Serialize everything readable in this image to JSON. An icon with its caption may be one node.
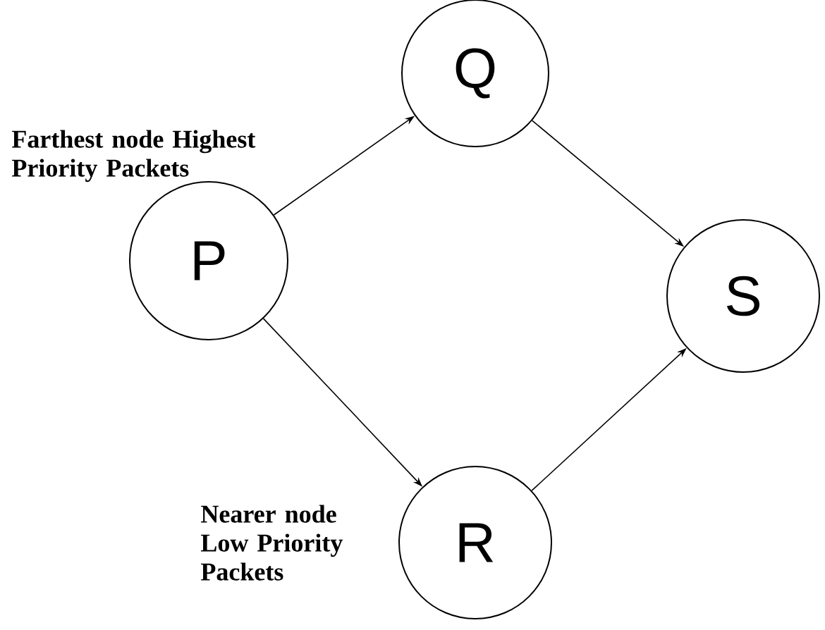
{
  "diagram": {
    "nodes": [
      {
        "text": [
          "P"
        ],
        "beside": [
          "Farthest node Highest Priority Packets"
        ]
      },
      {
        "text": [
          "Q"
        ]
      },
      {
        "text": [
          "R"
        ],
        "beside": [
          "Nearer node Low Priority Packets"
        ]
      },
      {
        "text": [
          "S"
        ]
      }
    ],
    "edges": [
      {
        "from": 0,
        "to": 1,
        "arrow": "to"
      },
      {
        "from": 0,
        "to": 2,
        "arrow": "to"
      },
      {
        "from": 1,
        "to": 3,
        "arrow": "to"
      },
      {
        "from": 2,
        "to": 3,
        "arrow": "to"
      }
    ]
  }
}
